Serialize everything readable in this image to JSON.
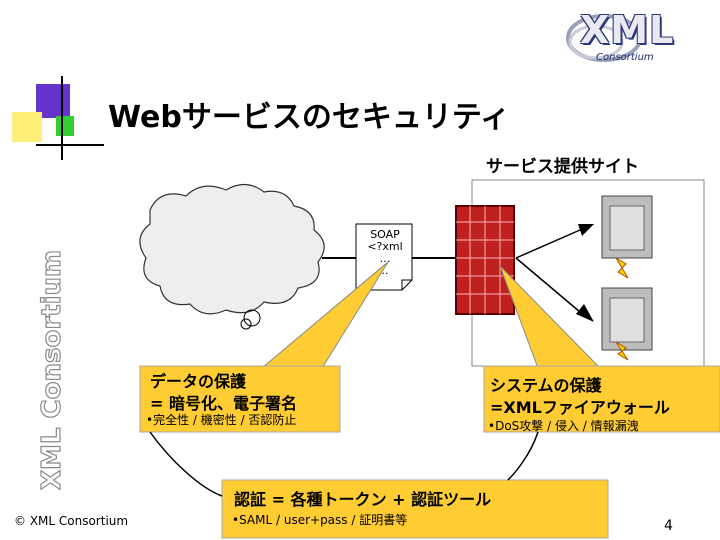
{
  "logo": {
    "main": "XML",
    "sub": "Consortium"
  },
  "title": "Webサービスのセキュリティ",
  "sidebar_vertical_text": "XML Consortium",
  "site_label": "サービス提供サイト",
  "soap_doc": {
    "line1": "SOAP",
    "line2": "<?xml",
    "line3": "…",
    "line4": ".."
  },
  "callouts": {
    "data": {
      "heading1": "データの保護",
      "heading2": "= 暗号化、電子署名",
      "detail": "•完全性 / 機密性 / 否認防止"
    },
    "system": {
      "heading1": "システムの保護",
      "heading2": "=XMLファイアウォール",
      "detail": "•DoS攻撃 / 侵入 / 情報漏洩"
    },
    "auth": {
      "heading": "認証 = 各種トークン + 認証ツール",
      "detail": "•SAML / user+pass / 証明書等"
    }
  },
  "footer": {
    "copyright": "© XML Consortium",
    "page": "4"
  },
  "colors": {
    "callout_fill": "#ffcc33",
    "title_accent_purple": "#6633cc",
    "title_accent_green": "#33cc33",
    "title_accent_yellow": "#ffff66"
  }
}
